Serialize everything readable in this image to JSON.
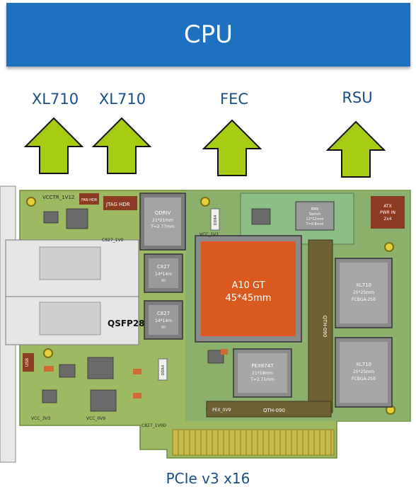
{
  "header": {
    "cpu_label": "CPU"
  },
  "targets": [
    {
      "label": "XL710"
    },
    {
      "label": "XL710"
    },
    {
      "label": "FEC"
    },
    {
      "label": "RSU"
    }
  ],
  "board": {
    "vcctr": "VCCTR_1V12",
    "fan_hdr": "FAN HDR",
    "jtag_hdr": "JTAG HDR",
    "qdriv": [
      "QDRIV",
      "21*21mm",
      "T=2.77mm"
    ],
    "c827_a": [
      "C827",
      "14*14m",
      "m"
    ],
    "c827_b": [
      "C827",
      "14*14m",
      "m"
    ],
    "qsfp28": "QSFP28",
    "fpga": [
      "A10 GT",
      "45*45mm"
    ],
    "pex": [
      "PEX8747",
      "21*19mm",
      "T=2.71mm"
    ],
    "qth_v": "QTH-090",
    "qth_h": "QTH-090",
    "pex_0v9": "PEX_0V9",
    "rmii": [
      "RMII",
      "Switch",
      "12*12mm",
      "T=0.8mm"
    ],
    "atx": [
      "ATX",
      "PWR IN",
      "2x4"
    ],
    "xl710_a": [
      "XL710",
      "25*25mm",
      "FCBGA-256"
    ],
    "xl710_b": [
      "XL710",
      "25*25mm",
      "FCBGA-256"
    ],
    "vcc_1v1": "VCC_1V1",
    "vcc_3v3": "VCC_3V3",
    "vcc_0v9": "VCC_0V9",
    "c827_1v0": "C827_1V0",
    "c827_1v0d": "C827_1V0D",
    "usb": "USB",
    "ddr4": "DDR4",
    "ddr4b": "DDR4"
  },
  "footer": {
    "pcie_label": "PCIe v3 x16"
  },
  "colors": {
    "cpu": "#1e70c1",
    "arrow": "#a6cc14",
    "pcb": "#9db964",
    "fpga": "#d9591e"
  }
}
